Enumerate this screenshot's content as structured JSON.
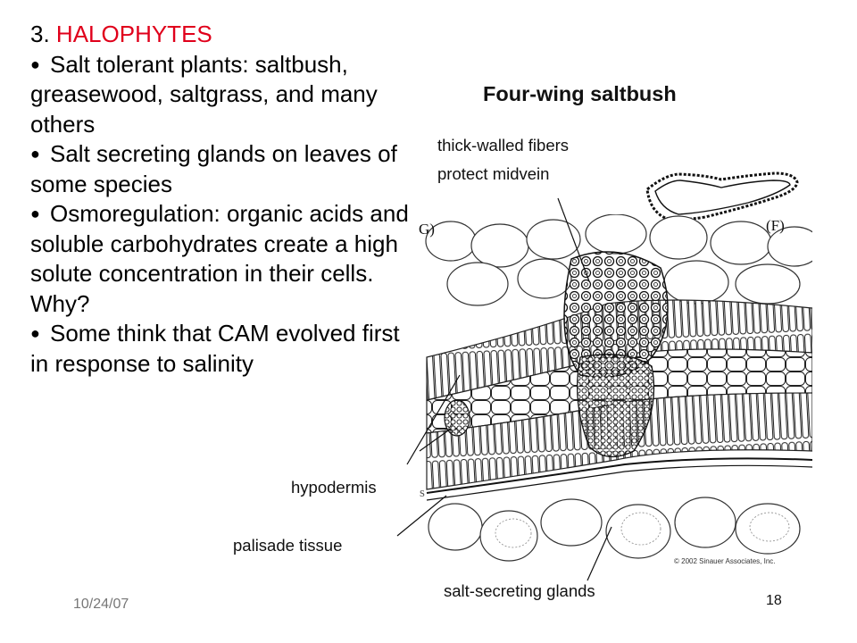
{
  "slide": {
    "heading_number": "3.",
    "heading_title": "HALOPHYTES",
    "bullet_glyph": "●",
    "bullets": [
      "Salt tolerant plants: saltbush, greasewood, saltgrass, and many others",
      "Salt secreting glands on leaves of some species",
      "Osmoregulation: organic acids and soluble carbohydrates create a high solute concentration in their cells.  Why?",
      "Some think that CAM evolved first in response to salinity"
    ],
    "page_number": "18",
    "footer_date": "10/24/07"
  },
  "figure": {
    "title": "Four-wing saltbush",
    "labels": {
      "fibers_line1": "thick-walled fibers",
      "fibers_line2": "protect midvein",
      "hypodermis": "hypodermis",
      "palisade": "palisade tissue",
      "glands": "salt-secreting glands"
    },
    "panel_f": "(F)",
    "panel_g": "G)",
    "panel_s": "s",
    "copyright": "© 2002 Sinauer Associates, Inc."
  },
  "colors": {
    "heading_title": "#e0001b",
    "text": "#000000"
  }
}
